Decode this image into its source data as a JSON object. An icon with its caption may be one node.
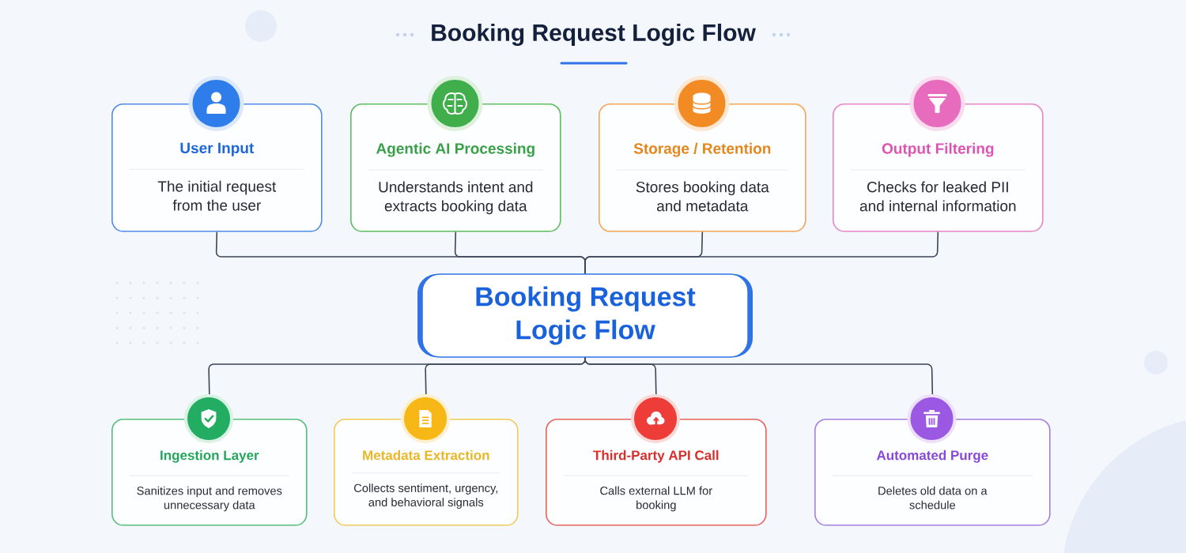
{
  "diagram": {
    "title": "Booking Request Logic Flow",
    "nodes": [
      {
        "text": [
          "User Input",
          "The initial request from the user"
        ]
      },
      {
        "text": [
          "Agentic AI Processing",
          "Understands intent and extracts booking data"
        ]
      },
      {
        "text": [
          "Storage / Retention",
          "Stores booking data and metadata"
        ]
      },
      {
        "text": [
          "Output Filtering",
          "Checks for leaked PII and internal information"
        ]
      },
      {
        "text": [
          "Booking Request Logic Flow"
        ]
      },
      {
        "text": [
          "Ingestion Layer",
          "Sanitizes input and removes unnecessary data"
        ]
      },
      {
        "text": [
          "Metadata Extraction",
          "Collects sentiment, urgency, and behavioral signals"
        ]
      },
      {
        "text": [
          "Third-Party API Call",
          "Calls external LLM for booking"
        ]
      },
      {
        "text": [
          "Automated Purge",
          "Deletes old data on a schedule"
        ]
      }
    ],
    "edges": [
      {
        "from": 0,
        "to": 4,
        "arrow": "none"
      },
      {
        "from": 1,
        "to": 4,
        "arrow": "none"
      },
      {
        "from": 2,
        "to": 4,
        "arrow": "none"
      },
      {
        "from": 3,
        "to": 4,
        "arrow": "none"
      },
      {
        "from": 4,
        "to": 5,
        "arrow": "none"
      },
      {
        "from": 4,
        "to": 6,
        "arrow": "none"
      },
      {
        "from": 4,
        "to": 7,
        "arrow": "none"
      },
      {
        "from": 4,
        "to": 8,
        "arrow": "none"
      }
    ]
  }
}
